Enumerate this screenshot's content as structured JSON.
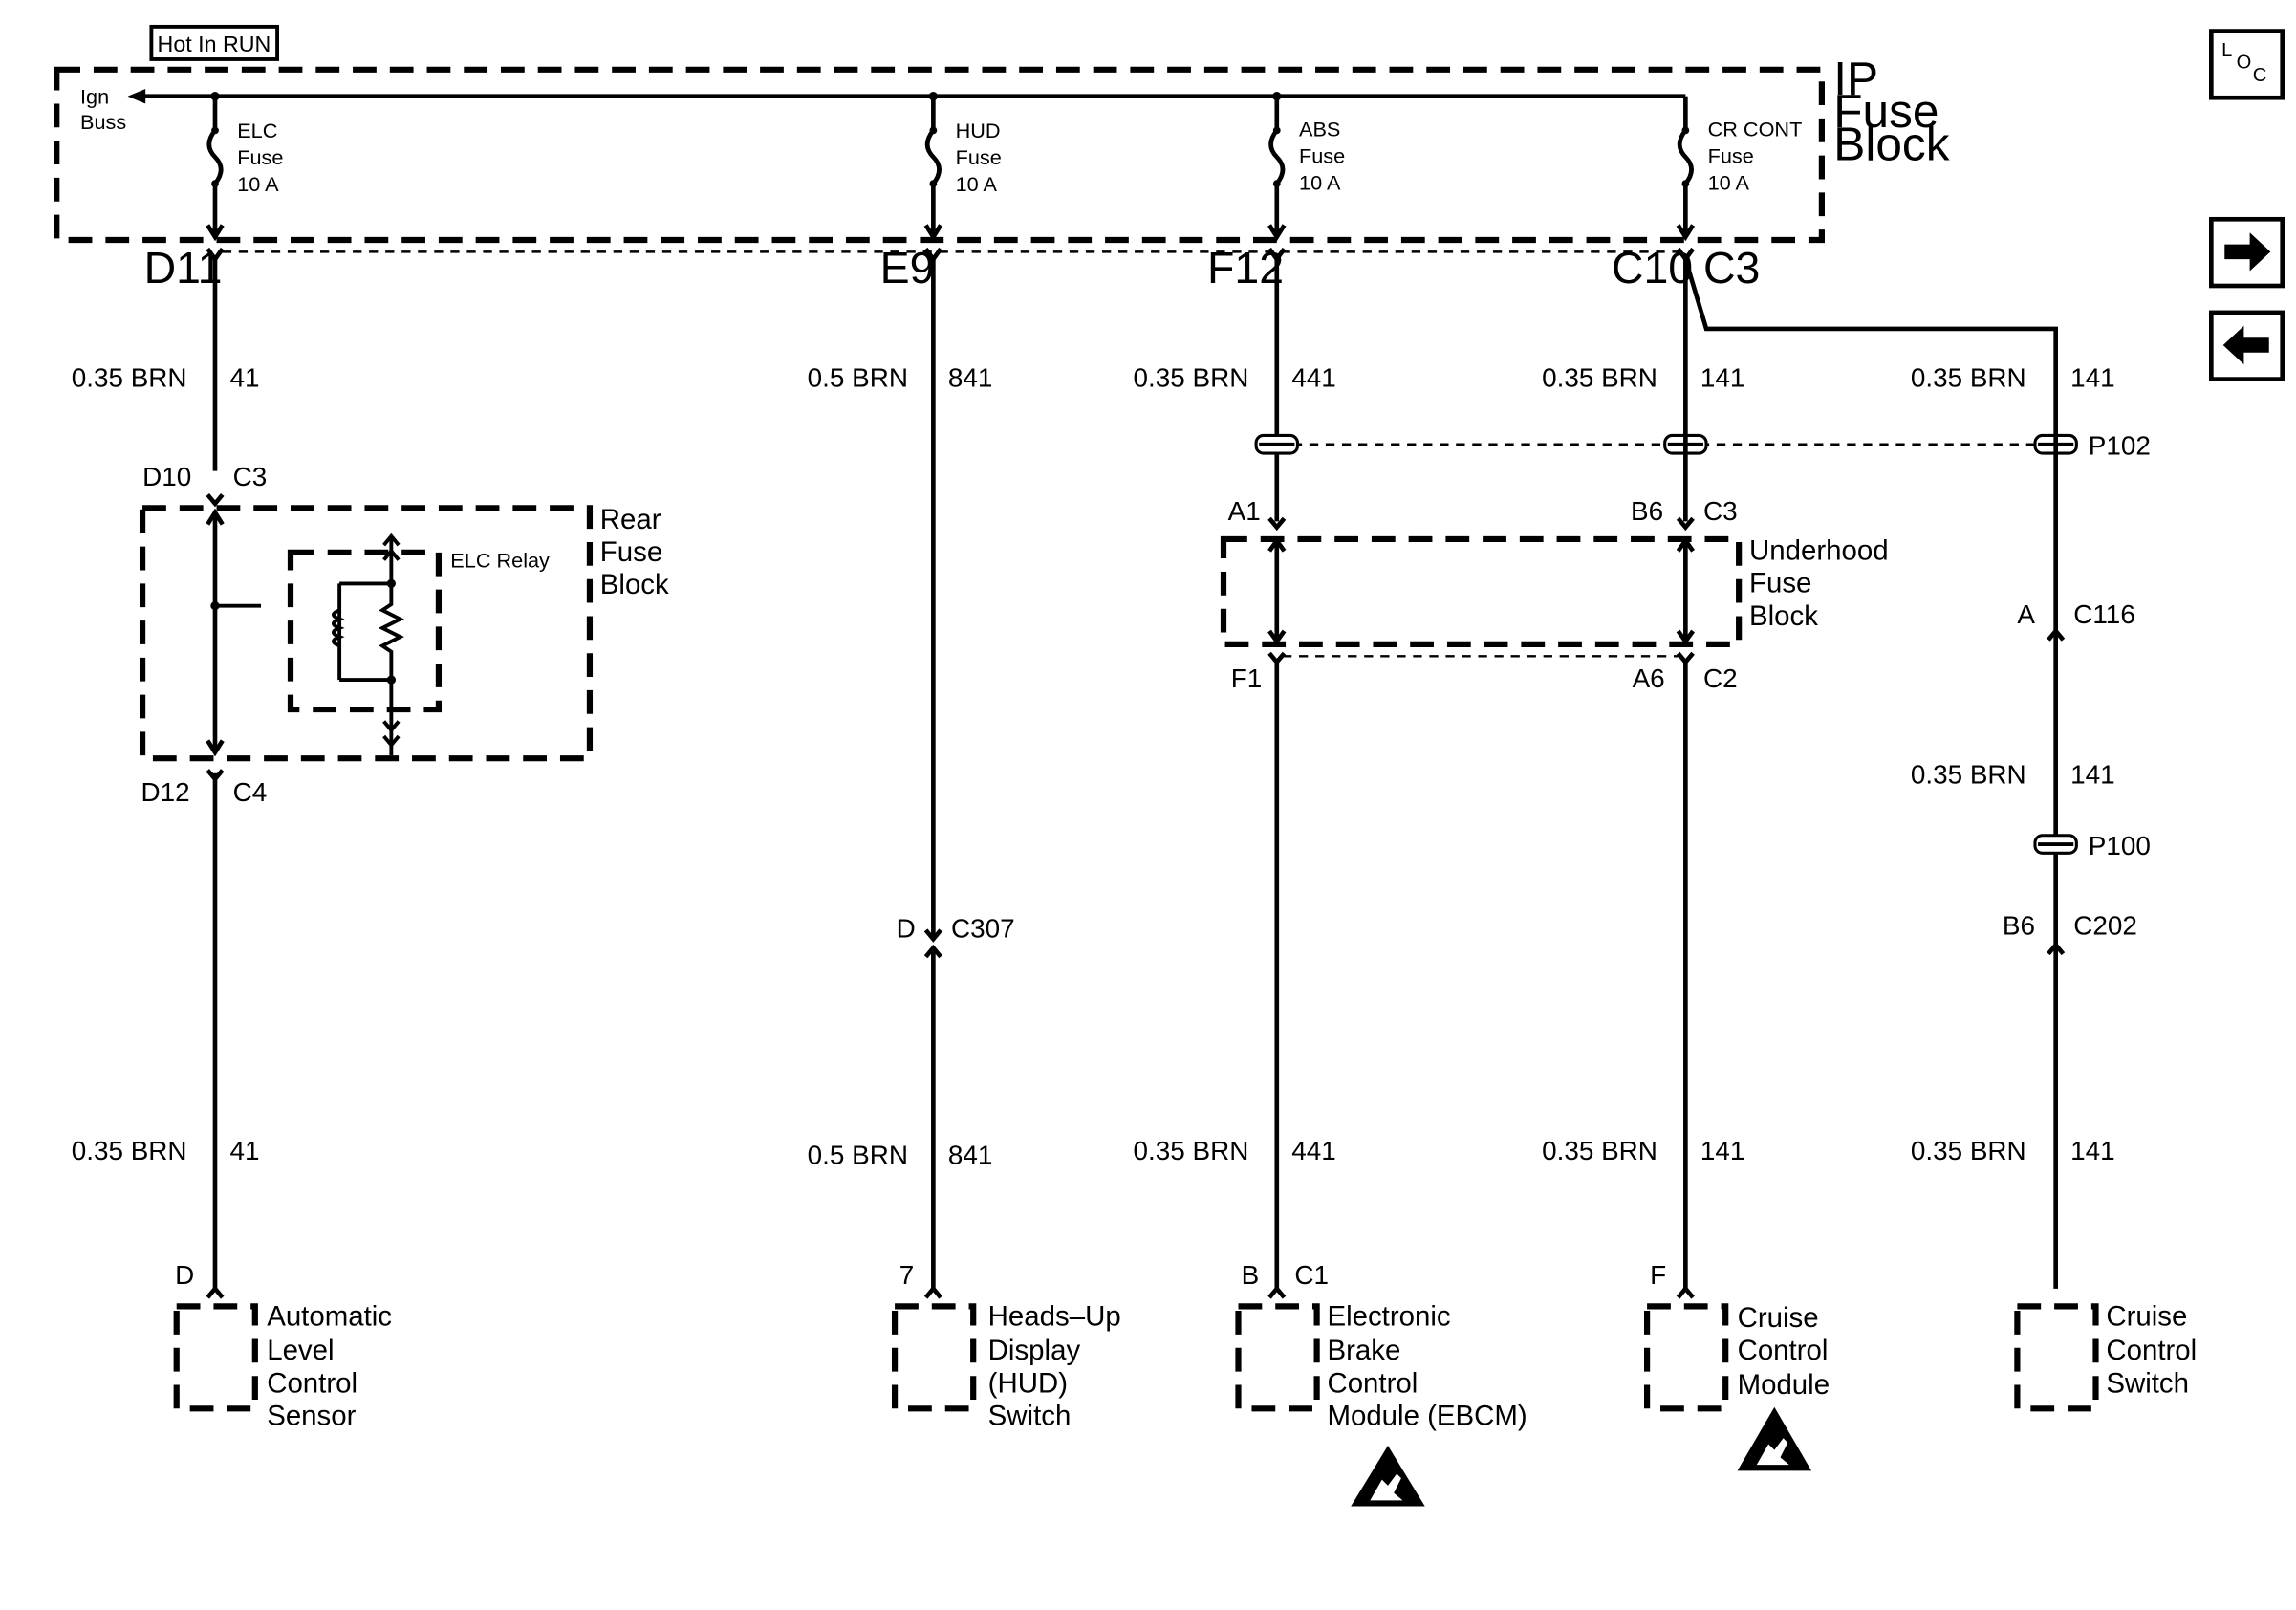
{
  "header": {
    "hot_label": "Hot In RUN",
    "ign_buss": [
      "Ign",
      "Buss"
    ],
    "ip_fuse_block": [
      "IP",
      "Fuse",
      "Block"
    ],
    "loc_icon": "location-icon"
  },
  "fuses": [
    {
      "name": "ELC",
      "word": "Fuse",
      "rating": "10 A"
    },
    {
      "name": "HUD",
      "word": "Fuse",
      "rating": "10 A"
    },
    {
      "name": "ABS",
      "word": "Fuse",
      "rating": "10 A"
    },
    {
      "name": "CR CONT",
      "word": "Fuse",
      "rating": "10 A"
    }
  ],
  "connectors": {
    "d11": "D11",
    "e9": "E9",
    "f12": "F12",
    "c10": "C10",
    "c3_top": "C3",
    "d10": "D10",
    "c3_rear": "C3",
    "d12": "D12",
    "c4": "C4",
    "a1": "A1",
    "b6_uh": "B6",
    "c3_uh": "C3",
    "f1": "F1",
    "a6": "A6",
    "c2": "C2",
    "a_c116": "A",
    "c116": "C116",
    "p102": "P102",
    "p100": "P100",
    "b6_c202": "B6",
    "c202": "C202",
    "d_c307": "D",
    "c307": "C307",
    "pin_d": "D",
    "pin_7": "7",
    "pin_b": "B",
    "c1": "C1",
    "pin_f": "F"
  },
  "wires": {
    "c1_top": {
      "gauge": "0.35 BRN",
      "circuit": "41"
    },
    "c1_bot": {
      "gauge": "0.35 BRN",
      "circuit": "41"
    },
    "c2_top": {
      "gauge": "0.5 BRN",
      "circuit": "841"
    },
    "c2_bot": {
      "gauge": "0.5 BRN",
      "circuit": "841"
    },
    "c3_top": {
      "gauge": "0.35 BRN",
      "circuit": "441"
    },
    "c3_bot": {
      "gauge": "0.35 BRN",
      "circuit": "441"
    },
    "c4_top": {
      "gauge": "0.35 BRN",
      "circuit": "141"
    },
    "c4_bot": {
      "gauge": "0.35 BRN",
      "circuit": "141"
    },
    "c5_top": {
      "gauge": "0.35 BRN",
      "circuit": "141"
    },
    "c5_mid": {
      "gauge": "0.35 BRN",
      "circuit": "141"
    },
    "c5_bot": {
      "gauge": "0.35 BRN",
      "circuit": "141"
    }
  },
  "blocks": {
    "rear_fuse_block": [
      "Rear",
      "Fuse",
      "Block"
    ],
    "elc_relay": "ELC Relay",
    "underhood_fuse_block": [
      "Underhood",
      "Fuse",
      "Block"
    ]
  },
  "components": [
    {
      "lines": [
        "Automatic",
        "Level",
        "Control",
        "Sensor"
      ]
    },
    {
      "lines": [
        "Heads–Up",
        "Display",
        "(HUD)",
        "Switch"
      ]
    },
    {
      "lines": [
        "Electronic",
        "Brake",
        "Control",
        "Module (EBCM)"
      ]
    },
    {
      "lines": [
        "Cruise",
        "Control",
        "Module"
      ]
    },
    {
      "lines": [
        "Cruise",
        "Control",
        "Switch"
      ]
    }
  ],
  "nav": {
    "next_icon": "arrow-right-icon",
    "prev_icon": "arrow-left-icon",
    "esd_icon": "esd-warning-icon"
  }
}
